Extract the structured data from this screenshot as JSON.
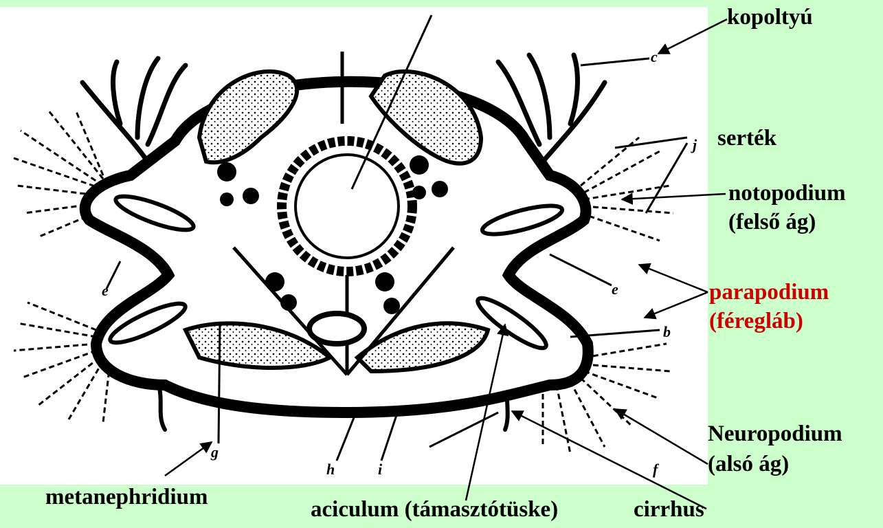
{
  "labels": {
    "kopoltyu": "kopoltyú",
    "sertek": "serték",
    "notopodium_1": "notopodium",
    "notopodium_2": "(felső ág)",
    "parapodium_1": "parapodium",
    "parapodium_2": "(féregláb)",
    "neuropodium_1": "Neuropodium",
    "neuropodium_2": "(alsó ág)",
    "metanephridium": "metanephridium",
    "aciculum": "aciculum (támasztótüske)",
    "cirrhus": "cirrhus"
  },
  "letters": {
    "c": "c",
    "j": "j",
    "e_left": "e",
    "e_right": "e",
    "b": "b",
    "g": "g",
    "h": "h",
    "i": "i",
    "f": "f"
  },
  "colors": {
    "background": "#ccffcc",
    "panel": "#ffffff",
    "ink": "#000000",
    "label": "#000000",
    "highlight": "#cc0000"
  }
}
